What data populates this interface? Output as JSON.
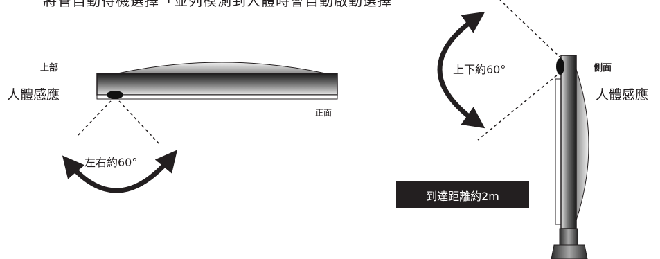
{
  "header_text": "將管自動待機選擇「並列模測到人體時會自動啟動選擇",
  "top_view": {
    "label_top": "上部",
    "label_sensor": "人體感應",
    "label_front": "正面",
    "angle_label": "左右約60°"
  },
  "side_view": {
    "label_side": "側面",
    "label_sensor": "人體感應",
    "angle_label": "上下約60°"
  },
  "distance_label": "到達距離約2m",
  "colors": {
    "ink": "#231f20",
    "panel_dark": "#1a1a1a",
    "panel_light": "#e0e0e0",
    "back_cover": "#9a9a9a"
  }
}
